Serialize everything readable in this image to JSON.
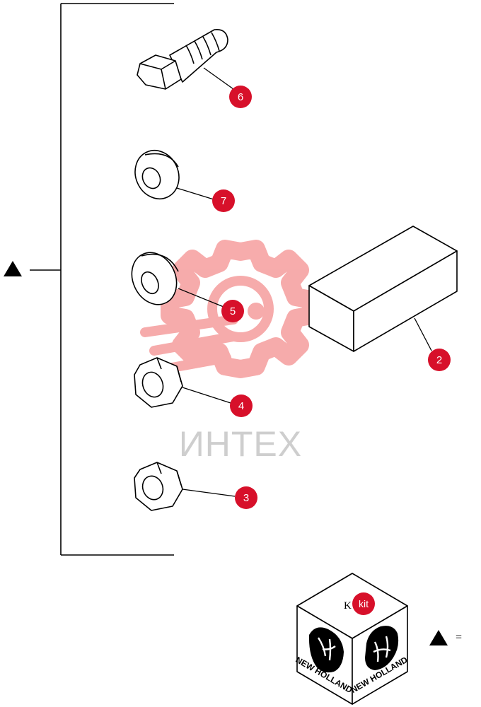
{
  "watermark": {
    "text": "ИНТЕХ"
  },
  "callouts": {
    "c6": "6",
    "c7": "7",
    "c5": "5",
    "c4": "4",
    "c3": "3",
    "c2": "2"
  },
  "kit_box": {
    "k_letter": "K",
    "badge_label": "kit",
    "brand_left": "NEW HOLLAND",
    "brand_right": "NEW HOLLAND"
  },
  "legend": {
    "equals": "="
  },
  "colors": {
    "callout_fill": "#d7102a",
    "watermark_red": "#f6a3a3",
    "watermark_gray": "#c9c9c9",
    "line": "#000000"
  }
}
